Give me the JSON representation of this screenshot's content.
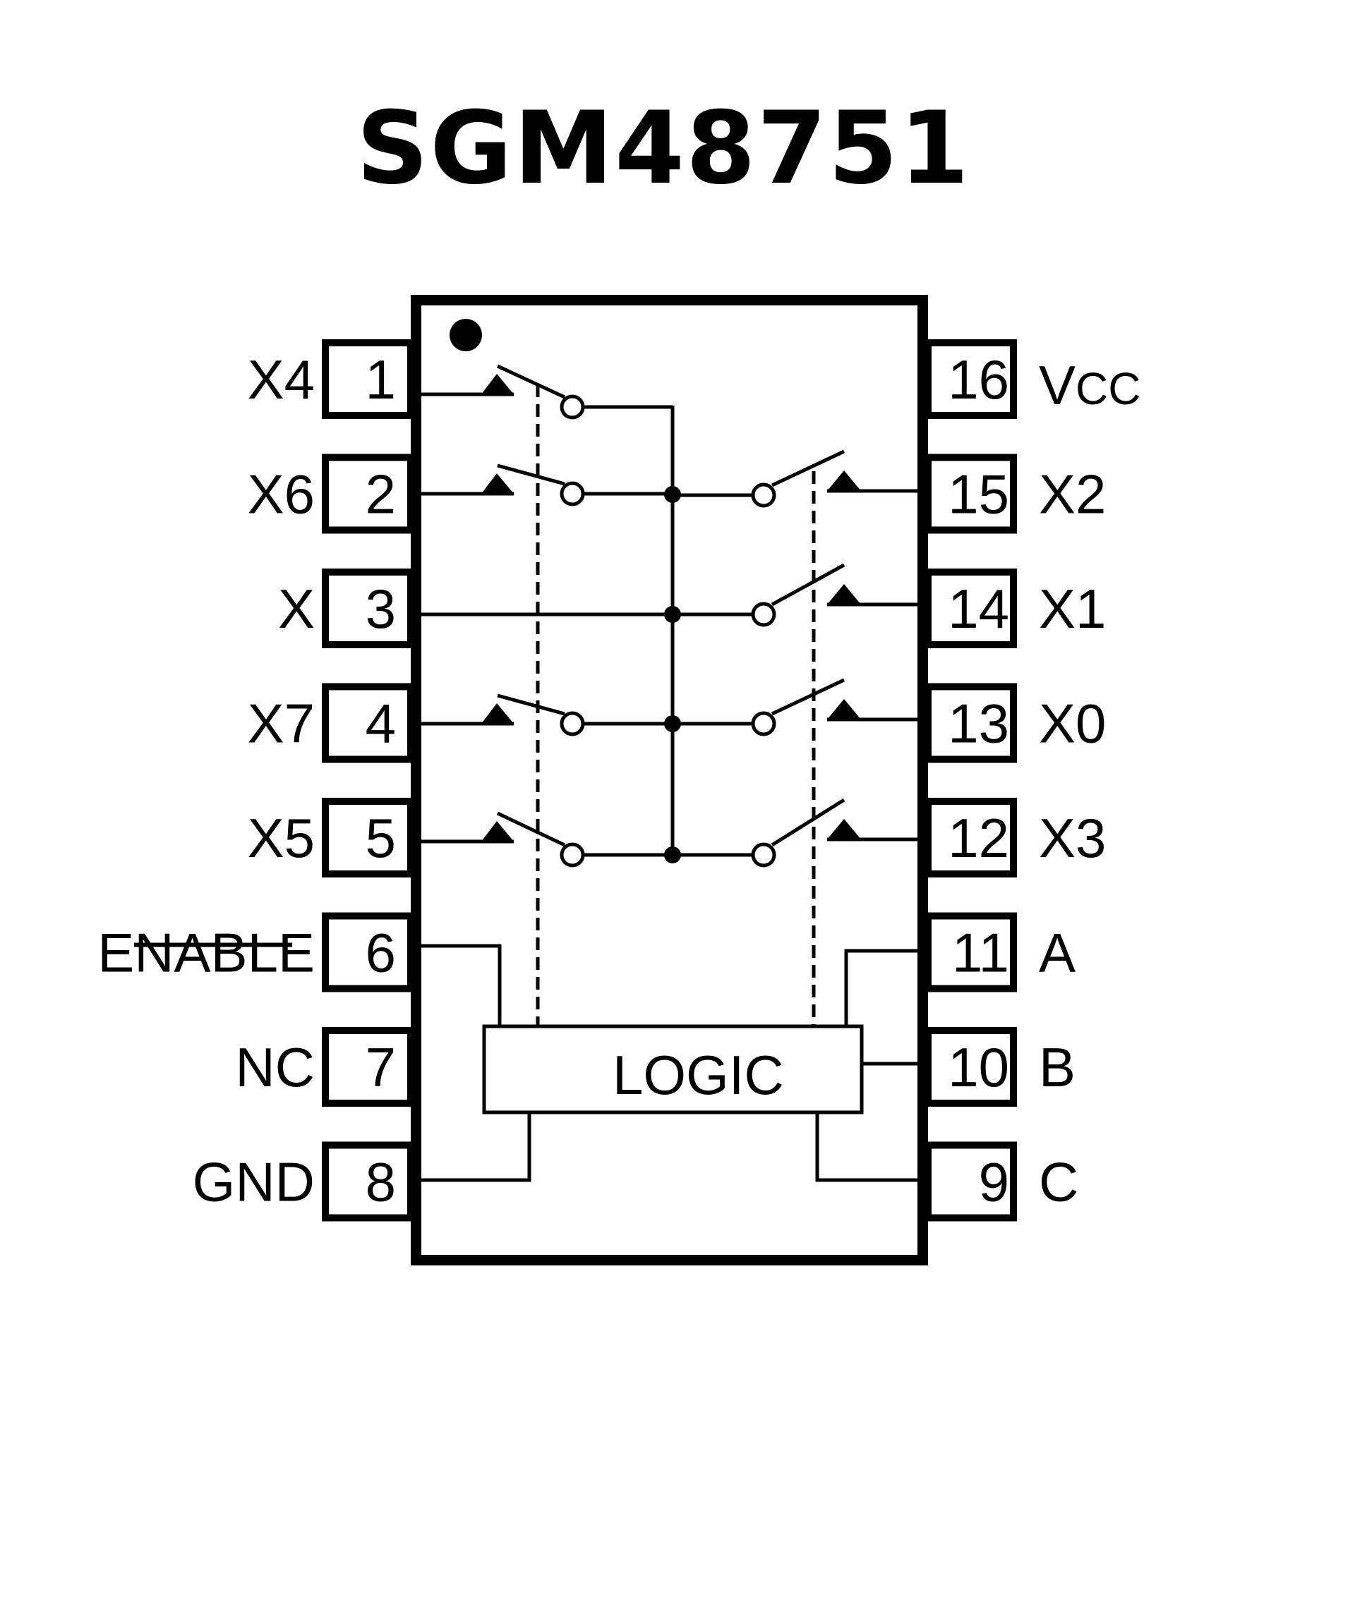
{
  "title": "SGM48751",
  "package": {
    "pin1_marker": "dot",
    "logic_block_label": "LOGIC"
  },
  "pins_left": [
    {
      "number": "1",
      "name": "X4"
    },
    {
      "number": "2",
      "name": "X6"
    },
    {
      "number": "3",
      "name": "X"
    },
    {
      "number": "4",
      "name": "X7"
    },
    {
      "number": "5",
      "name": "X5"
    },
    {
      "number": "6",
      "name": "ENABLE",
      "active_low": true
    },
    {
      "number": "7",
      "name": "NC"
    },
    {
      "number": "8",
      "name": "GND"
    }
  ],
  "pins_right": [
    {
      "number": "16",
      "name": "VCC",
      "name_main": "V",
      "name_sub": "CC"
    },
    {
      "number": "15",
      "name": "X2"
    },
    {
      "number": "14",
      "name": "X1"
    },
    {
      "number": "13",
      "name": "X0"
    },
    {
      "number": "12",
      "name": "X3"
    },
    {
      "number": "11",
      "name": "A"
    },
    {
      "number": "10",
      "name": "B"
    },
    {
      "number": "9",
      "name": "C"
    }
  ],
  "switches": {
    "left_side": [
      "X4",
      "X6",
      "X7",
      "X5"
    ],
    "right_side": [
      "X2",
      "X1",
      "X0",
      "X3"
    ],
    "common": "X"
  }
}
